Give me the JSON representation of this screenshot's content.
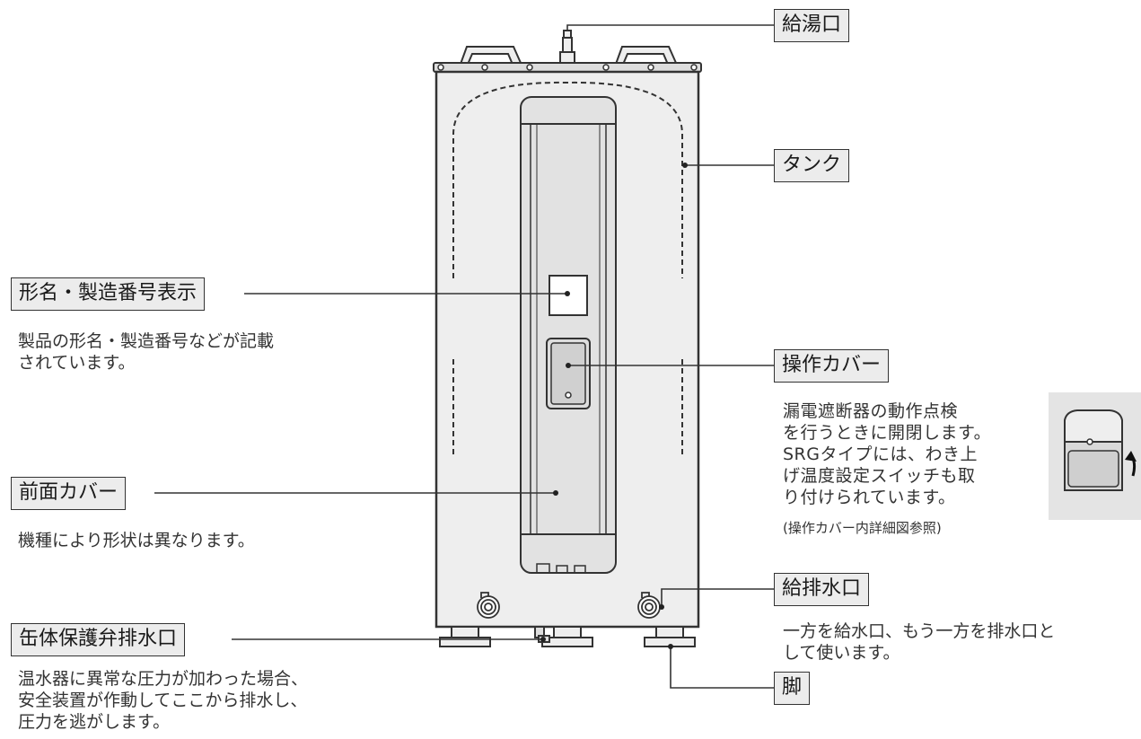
{
  "labels": {
    "hot_water_outlet": "給湯口",
    "tank": "タンク",
    "model_number_display": "形名・製造番号表示",
    "control_cover": "操作カバー",
    "front_cover": "前面カバー",
    "water_supply_drain_port": "給排水口",
    "body_protection_valve_drain": "缶体保護弁排水口",
    "leg": "脚"
  },
  "descriptions": {
    "model_number_display": "製品の形名・製造番号などが記載\nされています。",
    "control_cover": "漏電遮断器の動作点検\nを行うときに開閉します。\nSRGタイプには、わき上\nげ温度設定スイッチも取\nり付けられています。",
    "control_cover_note": "(操作カバー内詳細図参照)",
    "front_cover": "機種により形状は異なります。",
    "water_supply_drain_port": "一方を給水口、もう一方を排水口と\nして使います。",
    "body_protection_valve_drain": "温水器に異常な圧力が加わった場合、\n安全装置が作動してここから排水し、\n圧力を逃がします。"
  },
  "colors": {
    "outline": "#333333",
    "tank_fill": "#eeeeee",
    "cover_fill": "#e2e2e2",
    "label_bg": "#ececec",
    "inset_bg": "#e4e4e4"
  }
}
